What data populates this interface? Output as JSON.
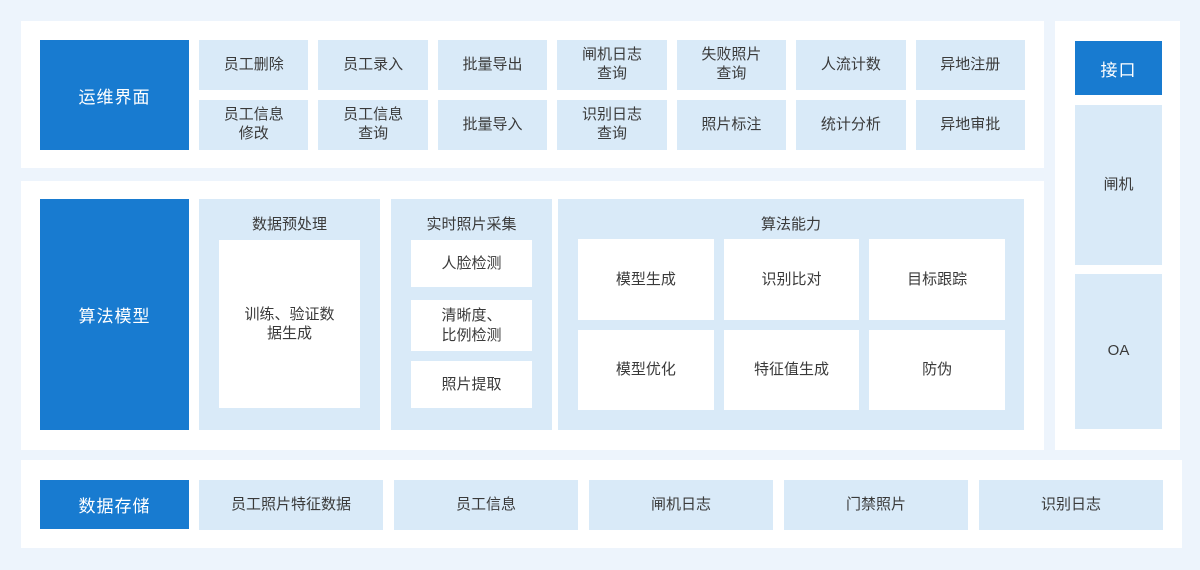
{
  "palette": {
    "accent": "#187BD0",
    "light_box": "#D9EAF8",
    "panel": "#FFFFFF",
    "background": "#EDF4FC",
    "text": "#3A3A3A"
  },
  "ops": {
    "label": "运维界面",
    "rows": [
      [
        "员工删除",
        "员工录入",
        "批量导出",
        "闸机日志\n查询",
        "失败照片\n查询",
        "人流计数",
        "异地注册"
      ],
      [
        "员工信息\n修改",
        "员工信息\n查询",
        "批量导入",
        "识别日志\n查询",
        "照片标注",
        "统计分析",
        "异地审批"
      ]
    ]
  },
  "algo": {
    "label": "算法模型",
    "groups": [
      {
        "title": "数据预处理",
        "items": [
          "训练、验证数\n据生成"
        ]
      },
      {
        "title": "实时照片采集",
        "items": [
          "人脸检测",
          "清晰度、\n比例检测",
          "照片提取"
        ]
      },
      {
        "title": "算法能力",
        "items": [
          "模型生成",
          "识别比对",
          "目标跟踪",
          "模型优化",
          "特征值生成",
          "防伪"
        ]
      }
    ]
  },
  "storage": {
    "label": "数据存储",
    "items": [
      "员工照片特征数据",
      "员工信息",
      "闸机日志",
      "门禁照片",
      "识别日志"
    ]
  },
  "interface": {
    "label": "接口",
    "items": [
      "闸机",
      "OA"
    ]
  }
}
